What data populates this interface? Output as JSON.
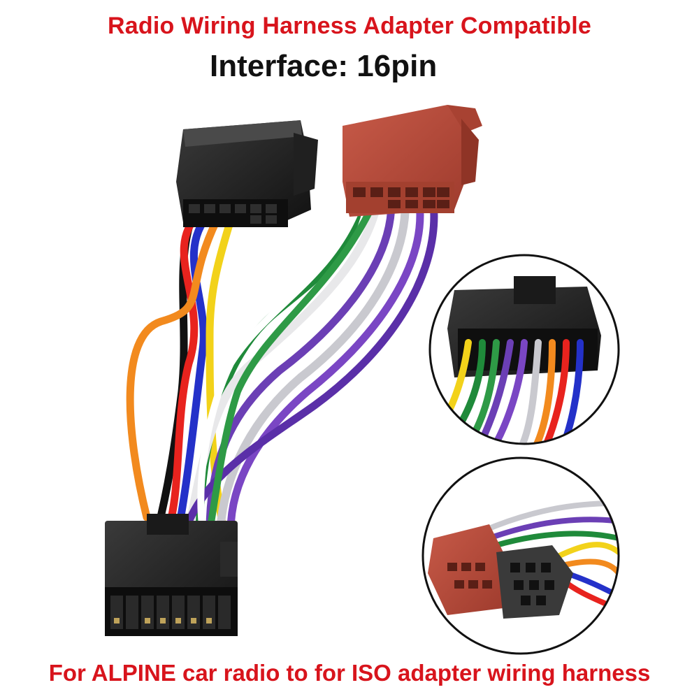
{
  "header": {
    "title": "Radio Wiring Harness Adapter Compatible",
    "subtitle": "Interface: 16pin"
  },
  "footer": {
    "caption": "For ALPINE car radio to for ISO  adapter wiring harness"
  },
  "colors": {
    "title_red": "#d8141c",
    "iso_connector": "#b24a3a",
    "black_connector": "#1c1c1c"
  }
}
